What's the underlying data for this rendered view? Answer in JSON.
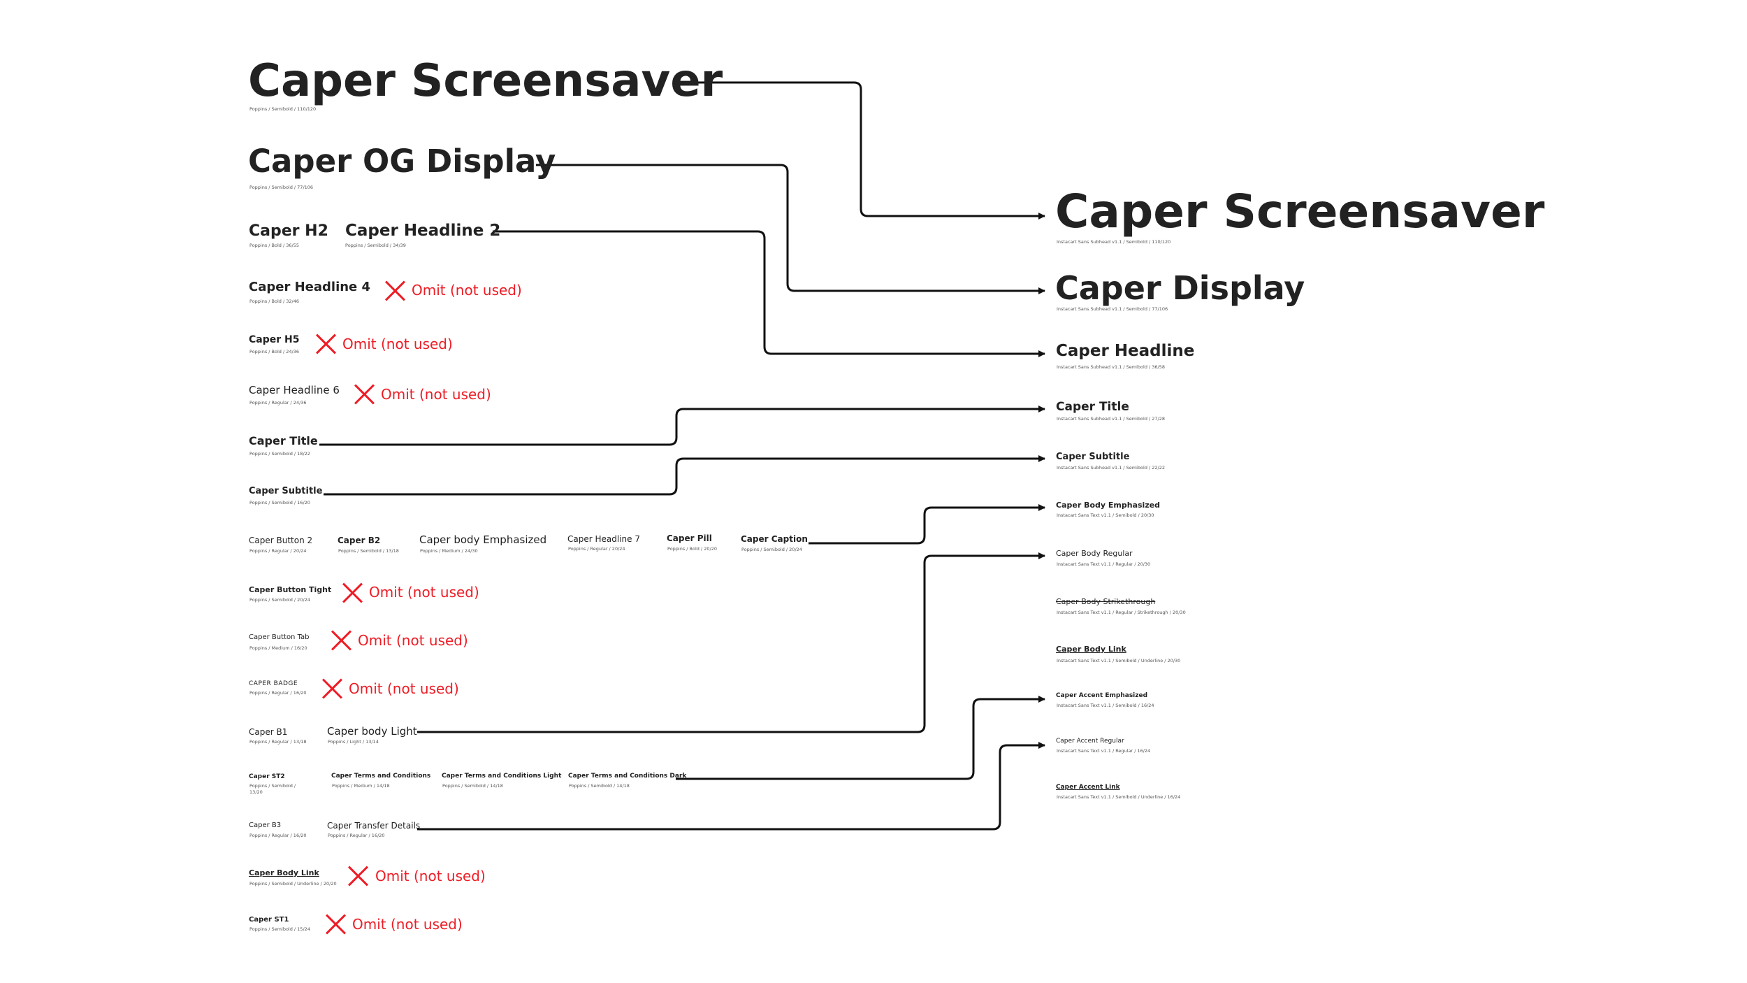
{
  "old_styles": {
    "screensaver": {
      "name": "Caper Screensaver",
      "meta": "Poppins / Semibold / 110/120"
    },
    "og_display": {
      "name": "Caper OG Display",
      "meta": "Poppins / Semibold / 77/106"
    },
    "h2": {
      "name": "Caper H2",
      "meta": "Poppins / Bold / 36/55"
    },
    "headline2": {
      "name": "Caper Headline 2",
      "meta": "Poppins / Semibold / 34/39"
    },
    "headline4": {
      "name": "Caper Headline 4",
      "meta": "Poppins / Bold / 32/46"
    },
    "h5": {
      "name": "Caper H5",
      "meta": "Poppins / Bold / 24/36"
    },
    "headline6": {
      "name": "Caper Headline 6",
      "meta": "Poppins / Regular / 24/36"
    },
    "title": {
      "name": "Caper Title",
      "meta": "Poppins / Semibold / 18/22"
    },
    "subtitle": {
      "name": "Caper Subtitle",
      "meta": "Poppins / Semibold / 16/20"
    },
    "button2": {
      "name": "Caper Button 2",
      "meta": "Poppins / Regular / 20/24"
    },
    "b2": {
      "name": "Caper B2",
      "meta": "Poppins / Semibold / 13/18"
    },
    "body_emphasized": {
      "name": "Caper body Emphasized",
      "meta": "Poppins / Medium / 24/30"
    },
    "headline7": {
      "name": "Caper Headline 7",
      "meta": "Poppins / Regular / 20/24"
    },
    "pill": {
      "name": "Caper Pill",
      "meta": "Poppins / Bold / 20/20"
    },
    "caption": {
      "name": "Caper Caption",
      "meta": "Poppins / Semibold / 20/24"
    },
    "button_tight": {
      "name": "Caper Button Tight",
      "meta": "Poppins / Semibold / 20/24"
    },
    "button_tab": {
      "name": "Caper Button Tab",
      "meta": "Poppins / Medium / 16/20"
    },
    "badge": {
      "name": "CAPER BADGE",
      "meta": "Poppins / Regular / 16/20"
    },
    "b1": {
      "name": "Caper B1",
      "meta": "Poppins / Regular / 13/18"
    },
    "body_light": {
      "name": "Caper body Light",
      "meta": "Poppins / Light / 13/14"
    },
    "st2": {
      "name": "Caper ST2",
      "meta1": "Poppins / Semibold /",
      "meta2": "13/20"
    },
    "terms": {
      "name": "Caper Terms and Conditions",
      "meta": "Poppins / Medium / 14/18"
    },
    "terms_light": {
      "name": "Caper Terms and Conditions Light",
      "meta": "Poppins / Semibold / 14/18"
    },
    "terms_dark": {
      "name": "Caper Terms and Conditions Dark",
      "meta": "Poppins / Semibold / 14/18"
    },
    "b3": {
      "name": "Caper B3",
      "meta": "Poppins / Regular / 16/20"
    },
    "transfer": {
      "name": "Caper Transfer Details",
      "meta": "Poppins / Regular / 16/20"
    },
    "body_link": {
      "name": "Caper Body Link",
      "meta": "Poppins / Semibold / Underline / 20/20"
    },
    "st1": {
      "name": "Caper ST1",
      "meta": "Poppins / Semibold / 15/24"
    }
  },
  "omit_label": "Omit (not used)",
  "new_styles": {
    "screensaver": {
      "name": "Caper Screensaver",
      "meta": "Instacart Sans Subhead v1.1 / Semibold / 110/120"
    },
    "display": {
      "name": "Caper Display",
      "meta": "Instacart Sans Subhead v1.1 / Semibold / 77/106"
    },
    "headline": {
      "name": "Caper Headline",
      "meta": "Instacart Sans Subhead v1.1 / Semibold / 36/58"
    },
    "title": {
      "name": "Caper Title",
      "meta": "Instacart Sans Subhead v1.1 / Semibold / 27/28"
    },
    "subtitle": {
      "name": "Caper Subtitle",
      "meta": "Instacart Sans Subhead v1.1 / Semibold / 22/22"
    },
    "body_emphasized": {
      "name": "Caper Body Emphasized",
      "meta": "Instacart Sans Text v1.1 / Semibold / 20/30"
    },
    "body_regular": {
      "name": "Caper Body Regular",
      "meta": "Instacart Sans Text v1.1 / Regular / 20/30"
    },
    "body_strike": {
      "name": "Caper Body Strikethrough",
      "meta": "Instacart Sans Text v1.1 / Regular / Strikethrough / 20/30"
    },
    "body_link": {
      "name": "Caper Body Link",
      "meta": "Instacart Sans Text v1.1 / Semibold / Underline / 20/30"
    },
    "accent_emph": {
      "name": "Caper Accent Emphasized",
      "meta": "Instacart Sans Text v1.1 / Semibold / 16/24"
    },
    "accent_regular": {
      "name": "Caper Accent Regular",
      "meta": "Instacart Sans Text v1.1 / Regular / 16/24"
    },
    "accent_link": {
      "name": "Caper Accent Link",
      "meta": "Instacart Sans Text v1.1 / Semibold / Underline / 16/24"
    }
  }
}
